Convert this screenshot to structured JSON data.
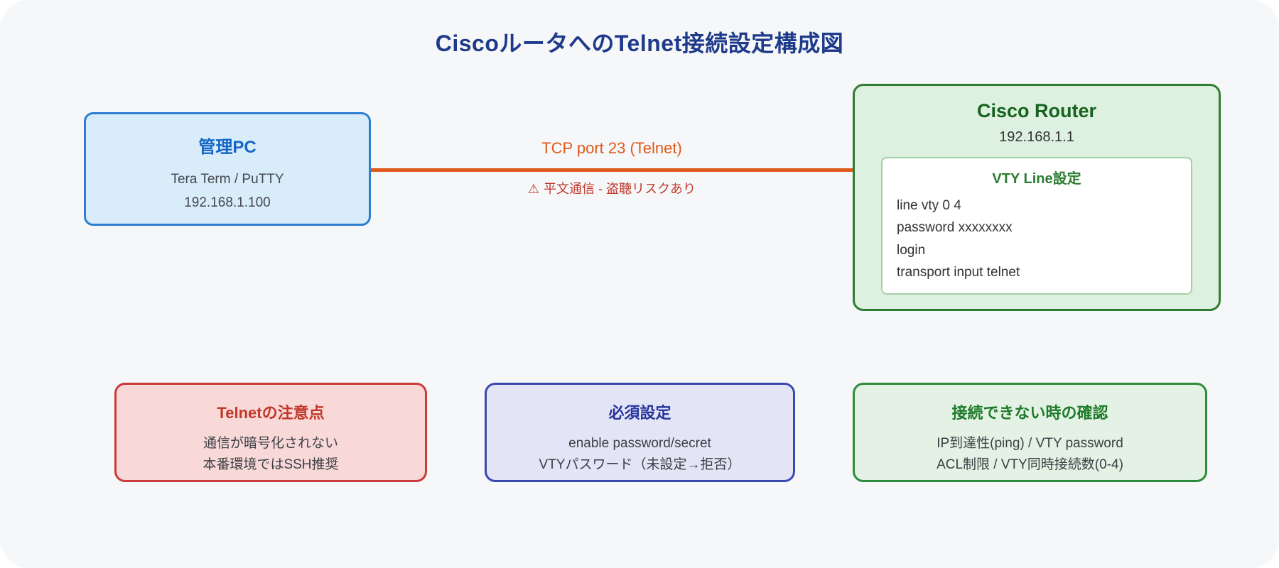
{
  "title": "CiscoルータへのTelnet接続設定構成図",
  "pc_box": {
    "title": "管理PC",
    "lines": [
      "Tera Term / PuTTY",
      "192.168.1.100"
    ]
  },
  "router_box": {
    "title": "Cisco Router",
    "ip": "192.168.1.1",
    "vty": {
      "title": "VTY Line設定",
      "lines": [
        "line vty 0 4",
        "password xxxxxxxx",
        "login",
        "transport input telnet"
      ]
    }
  },
  "connection": {
    "label": "TCP port 23 (Telnet)",
    "warning_icon": "⚠",
    "warning_text": "平文通信 - 盗聴リスクあり"
  },
  "notes": [
    {
      "title": "Telnetの注意点",
      "lines": [
        "通信が暗号化されない",
        "本番環境ではSSH推奨"
      ]
    },
    {
      "title": "必須設定",
      "lines": [
        "enable password/secret",
        "VTYパスワード（未設定→拒否）"
      ]
    },
    {
      "title": "接続できない時の確認",
      "lines": [
        "IP到達性(ping) / VTY password",
        "ACL制限 / VTY同時接続数(0-4)"
      ]
    }
  ],
  "colors": {
    "title": "#1e3a8a",
    "pc_border": "#2e7dd1",
    "router_border": "#2e7d32",
    "connection": "#dd5a1b",
    "warning": "#c0392b",
    "note_red": "#cb3b3b",
    "note_indigo": "#3a49ad",
    "note_green": "#2f8c3a"
  }
}
